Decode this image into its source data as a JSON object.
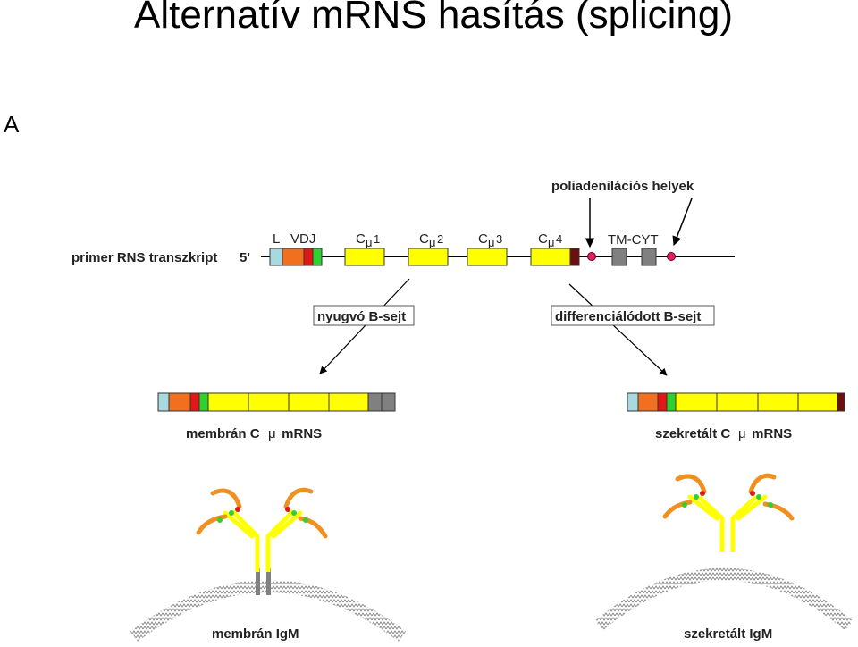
{
  "title": "Alternatív mRNS hasítás (splicing)",
  "panel_letter": "A",
  "labels": {
    "polyA_sites": "poliadenilációs helyek",
    "primary_transcript": "primer RNS transzkript",
    "five_prime": "5'",
    "L": "L",
    "VDJ": "VDJ",
    "C": "C",
    "mu": "μ",
    "cmu": [
      "1",
      "2",
      "3",
      "4"
    ],
    "tm_cyt": "TM-CYT",
    "resting_b": "nyugvó B-sejt",
    "diff_b": "differenciálódott B-sejt",
    "mem_mrna": "membrán C",
    "mem_mrna_suffix": " mRNS",
    "sec_mrna": "szekretált C",
    "sec_mrna_suffix": " mRNS",
    "mem_igm": "membrán IgM",
    "sec_igm": "szekretált IgM"
  },
  "colors": {
    "L": "#a8d8e0",
    "VDJ": "#f07020",
    "red": "#e01818",
    "green": "#30d030",
    "constant": "#ffff00",
    "tm": "#808080",
    "dark_end": "#6b0f0f",
    "polyA": "#e0206a",
    "arm": "#f09020"
  }
}
